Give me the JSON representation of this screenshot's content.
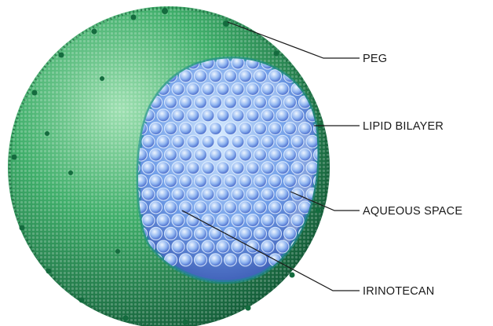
{
  "labels": {
    "peg": "PEG",
    "lipid_bilayer": "LIPID BILAYER",
    "aqueous_space": "AQUEOUS SPACE",
    "irinotecan": "IRINOTECAN"
  },
  "colors": {
    "shell_light": "#8fd6a6",
    "shell_mid": "#3fae6a",
    "shell_dark": "#15663f",
    "core_light": "#cfe6ff",
    "core_mid": "#6f9de8",
    "core_dark": "#2f4fb8",
    "bead_rim": "#e6f2ff"
  }
}
